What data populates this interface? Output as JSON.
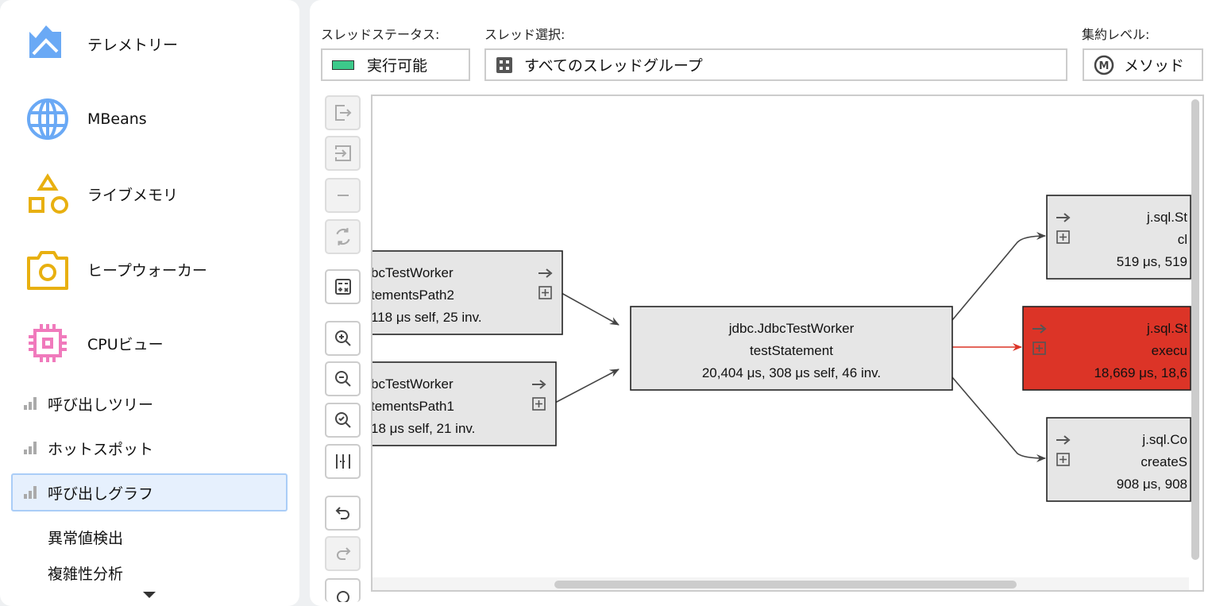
{
  "sidebar": {
    "big_items": [
      {
        "label": "テレメトリー",
        "icon": "telemetry-icon",
        "color": "#6aa9f5"
      },
      {
        "label": "MBeans",
        "icon": "globe-icon",
        "color": "#6aa9f5"
      },
      {
        "label": "ライブメモリ",
        "icon": "shapes-icon",
        "color": "#e8b010"
      },
      {
        "label": "ヒープウォーカー",
        "icon": "camera-icon",
        "color": "#e8b010"
      },
      {
        "label": "CPUビュー",
        "icon": "cpu-chip-icon",
        "color": "#f07abc"
      }
    ],
    "sub_items": [
      {
        "label": "呼び出しツリー",
        "selected": false
      },
      {
        "label": "ホットスポット",
        "selected": false
      },
      {
        "label": "呼び出しグラフ",
        "selected": true
      },
      {
        "label": "異常値検出",
        "selected": false
      },
      {
        "label": "複雑性分析",
        "selected": false
      }
    ]
  },
  "filters": {
    "thread_status_label": "スレッドステータス:",
    "thread_status_value": "実行可能",
    "thread_status_color": "#3cc98a",
    "thread_select_label": "スレッド選択:",
    "thread_select_value": "すべてのスレッドグループ",
    "aggregation_label": "集約レベル:",
    "aggregation_value": "メソッド"
  },
  "graph": {
    "nodes": [
      {
        "id": "left1",
        "lines": [
          "bcTestWorker",
          "tementsPath2",
          "118 μs self, 25 inv."
        ],
        "highlight": false
      },
      {
        "id": "left2",
        "lines": [
          "bcTestWorker",
          "tementsPath1",
          "18 μs self, 21 inv."
        ],
        "highlight": false
      },
      {
        "id": "center",
        "lines": [
          "jdbc.JdbcTestWorker",
          "testStatement",
          "20,404 μs, 308 μs self, 46 inv."
        ],
        "highlight": false
      },
      {
        "id": "right1",
        "lines": [
          "j.sql.St",
          "cl",
          "519 μs, 519"
        ],
        "highlight": false
      },
      {
        "id": "right2",
        "lines": [
          "j.sql.St",
          "execu",
          "18,669 μs, 18,6"
        ],
        "highlight": true
      },
      {
        "id": "right3",
        "lines": [
          "j.sql.Co",
          "createS",
          "908 μs, 908"
        ],
        "highlight": false
      }
    ],
    "highlight_color": "#dc3427"
  }
}
